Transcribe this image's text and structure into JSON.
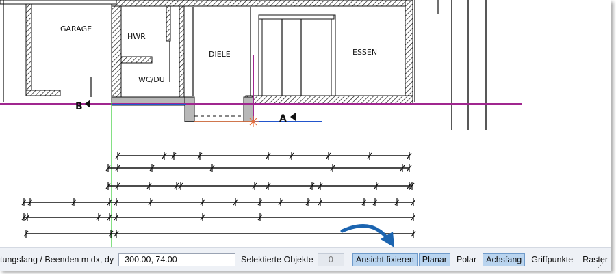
{
  "drawing": {
    "rooms": {
      "garage": "GARAGE",
      "hwr": "HWR",
      "wc": "WC/DU",
      "diele": "DIELE",
      "essen": "ESSEN"
    },
    "section_markers": {
      "b": "B",
      "a": "A"
    },
    "colors": {
      "section_line": "#a0268f",
      "blue_line": "#2255cc",
      "green_line": "#33cc33",
      "orange_line": "#e8703a",
      "wall_gray": "#b8b8b8"
    }
  },
  "statusbar": {
    "prompt": "tungsfang / Beenden m dx, dy [cm]",
    "coords_value": "-300.00, 74.00",
    "selected_label": "Selektierte Objekte",
    "selected_count": "0",
    "buttons": {
      "ansicht_fixieren": "Ansicht fixieren",
      "planar": "Planar",
      "polar": "Polar",
      "achsfang": "Achsfang",
      "griffpunkte": "Griffpunkte",
      "raster": "Raster"
    },
    "active_color": "#b9d4ef"
  },
  "icons": {
    "arrow": "curved-arrow-icon",
    "grip": "resize-grip-icon"
  }
}
